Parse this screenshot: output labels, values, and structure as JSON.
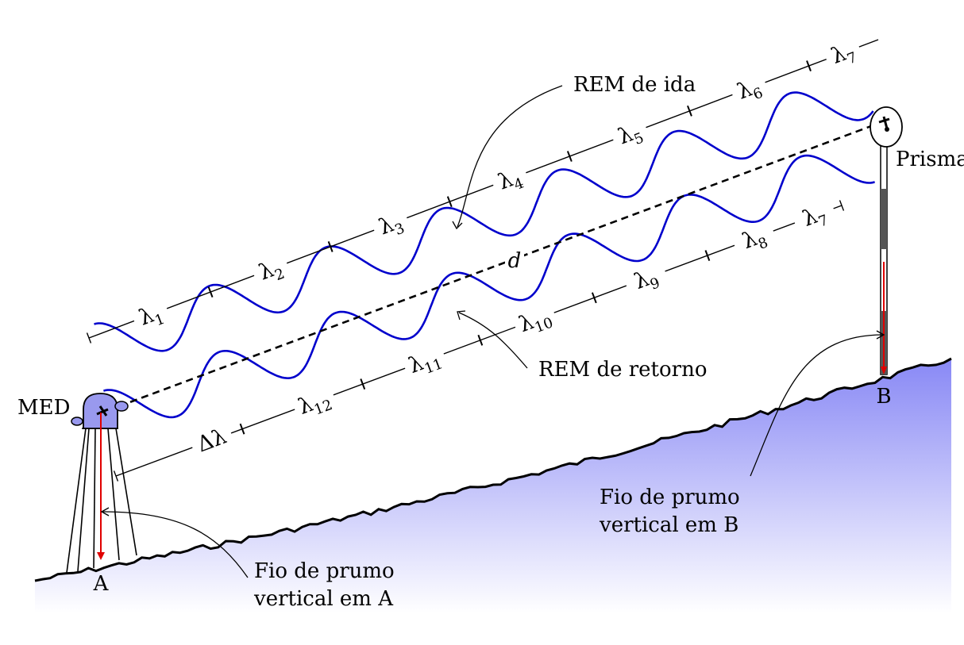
{
  "labels": {
    "med": "MED",
    "point_a": "A",
    "point_b": "B",
    "prisma": "Prisma",
    "d": "d",
    "rem_ida": "REM de ida",
    "rem_retorno": "REM de retorno",
    "fio_a_line1": "Fio de prumo",
    "fio_a_line2": "vertical em A",
    "fio_b_line1": "Fio de prumo",
    "fio_b_line2": "vertical em B",
    "delta_lambda": "Δλ"
  },
  "wavelengths_outgoing": [
    {
      "sym": "λ",
      "sub": "1"
    },
    {
      "sym": "λ",
      "sub": "2"
    },
    {
      "sym": "λ",
      "sub": "3"
    },
    {
      "sym": "λ",
      "sub": "4"
    },
    {
      "sym": "λ",
      "sub": "5"
    },
    {
      "sym": "λ",
      "sub": "6"
    },
    {
      "sym": "λ",
      "sub": "7"
    }
  ],
  "wavelengths_return": [
    {
      "sym": "λ",
      "sub": "7"
    },
    {
      "sym": "λ",
      "sub": "8"
    },
    {
      "sym": "λ",
      "sub": "9"
    },
    {
      "sym": "λ",
      "sub": "10"
    },
    {
      "sym": "λ",
      "sub": "11"
    },
    {
      "sym": "λ",
      "sub": "12"
    }
  ],
  "colors": {
    "wave": "#0000cc",
    "plumb": "#e00000",
    "instrument": "#9999ee",
    "ground_top": "#8888f5",
    "ground_bottom": "#ffffff",
    "rod_dark": "#555555"
  }
}
